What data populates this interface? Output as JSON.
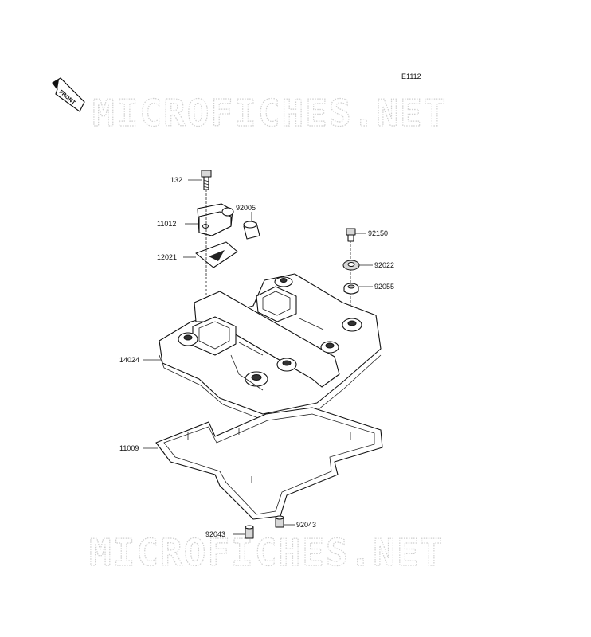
{
  "diagram": {
    "ref_code": "E1112",
    "front_label": "FRONT",
    "watermark": "MICROFICHES.NET",
    "callouts": {
      "c132": "132",
      "c11012": "11012",
      "c92005": "92005",
      "c12021": "12021",
      "c92150": "92150",
      "c92022": "92022",
      "c92055": "92055",
      "c14024": "14024",
      "c11009": "11009",
      "c92043a": "92043",
      "c92043b": "92043"
    }
  }
}
